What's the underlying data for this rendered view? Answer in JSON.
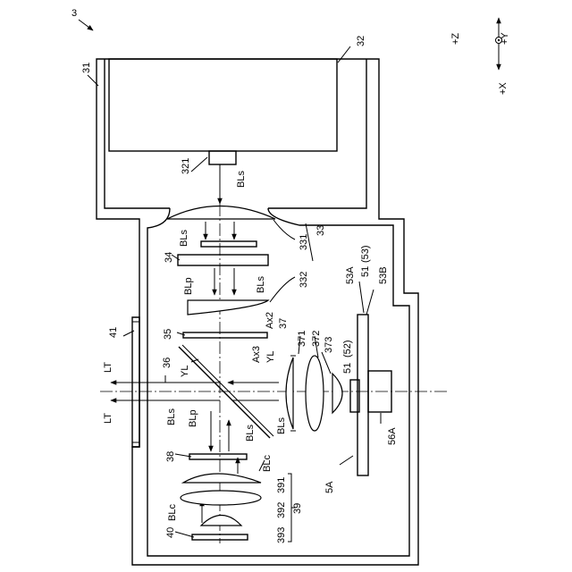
{
  "figure": {
    "ref_main": "3",
    "axes": {
      "z": "+Z",
      "y": "+Y",
      "x": "+X"
    },
    "labels": {
      "l31": "31",
      "l32": "32",
      "l321": "321",
      "l331": "331",
      "l33": "33",
      "l332": "332",
      "l34": "34",
      "l35": "35",
      "l36": "36",
      "l37": "37",
      "l371": "371",
      "l372": "372",
      "l373": "373",
      "l38": "38",
      "l391": "391",
      "l392": "392",
      "l393": "393",
      "l39": "39",
      "l40": "40",
      "l41": "41",
      "l51a": "51",
      "l51b": "51",
      "l52": "(52)",
      "l53": "(53)",
      "l53A": "53A",
      "l53B": "53B",
      "l56A": "56A",
      "l5A": "5A",
      "Ax2": "Ax2",
      "Ax3": "Ax3",
      "BLs_1": "BLs",
      "BLs_2": "BLs",
      "BLs_3": "BLs",
      "BLs_4": "BLs",
      "BLs_5": "BLs",
      "BLs_6": "BLs",
      "BLp_1": "BLp",
      "BLp_2": "BLp",
      "BLc_1": "BLc",
      "BLc_2": "BLc",
      "YL_1": "YL",
      "YL_2": "YL",
      "LT_1": "LT",
      "LT_2": "LT"
    }
  }
}
